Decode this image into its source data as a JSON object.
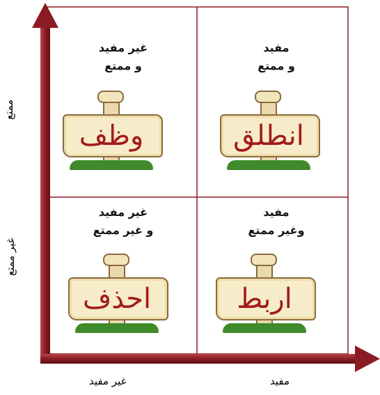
{
  "axes": {
    "y_top_label": "ممتع",
    "y_bottom_label": "غير ممتع",
    "x_left_label": "غير مفيد",
    "x_right_label": "مفيد"
  },
  "quadrants": {
    "top_left": {
      "line1": "غير مفيد",
      "line2": "و ممتع",
      "sign": "وظف"
    },
    "top_right": {
      "line1": "مفيد",
      "line2": "و ممتع",
      "sign": "انطلق"
    },
    "bottom_left": {
      "line1": "غير مفيد",
      "line2": "و غير ممتع",
      "sign": "احذف"
    },
    "bottom_right": {
      "line1": "مفيد",
      "line2": "وغير ممتع",
      "sign": "اربط"
    }
  },
  "colors": {
    "axis": "#8b1c24",
    "divider": "#8b1c24",
    "sign_text": "#a31b1b",
    "grass": "#3f8a2a"
  }
}
